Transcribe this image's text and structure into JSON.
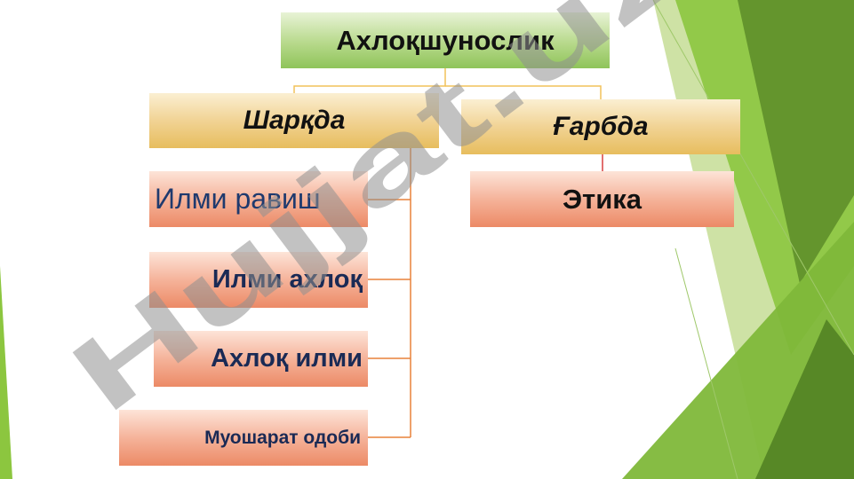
{
  "root": {
    "label": "Ахлоқшунослик"
  },
  "branches": [
    {
      "label": "Шарқда",
      "children": [
        "Илми равиш",
        "Илми ахлоқ",
        "Ахлоқ илми",
        "Муошарат одоби"
      ]
    },
    {
      "label": "Ғарбда",
      "children": [
        "Этика"
      ]
    }
  ],
  "watermark": {
    "text": "Hujjat.uz"
  },
  "colors": {
    "root_fill": "#b7d98b",
    "branch_fill": "#f1d394",
    "leaf_fill": "#f5b39a",
    "connector": "#e8a13a",
    "accent_green": "#7fbf3f"
  }
}
